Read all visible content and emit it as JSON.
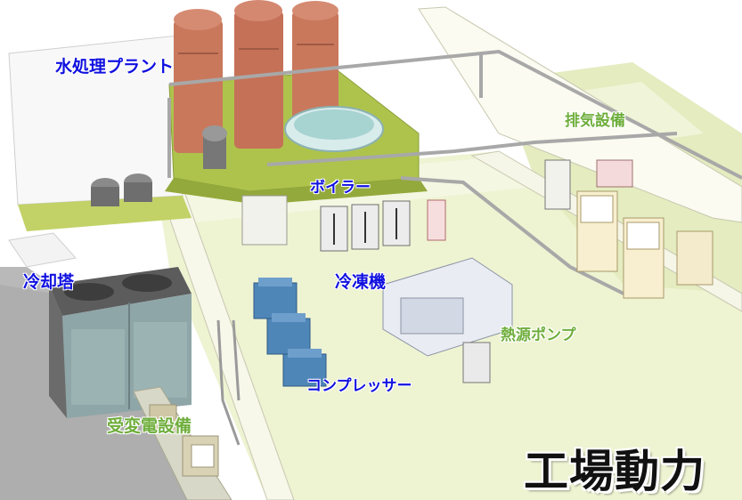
{
  "title": "工場動力",
  "labels": {
    "water_treatment": "水処理プラント",
    "boiler": "ボイラー",
    "exhaust": "排気設備",
    "cooling_tower": "冷却塔",
    "refrigerator": "冷凍機",
    "heat_pump": "熱源ポンプ",
    "compressor": "コンプレッサー",
    "substation": "受変電設備"
  },
  "colors": {
    "label_blue": "#1010e0",
    "label_green": "#6fae3c",
    "title": "#111111",
    "floor": "#e9efc8",
    "wall_green": "#a9c24a",
    "silo": "#c9785c",
    "equipment_blue": "#4f86b8"
  }
}
